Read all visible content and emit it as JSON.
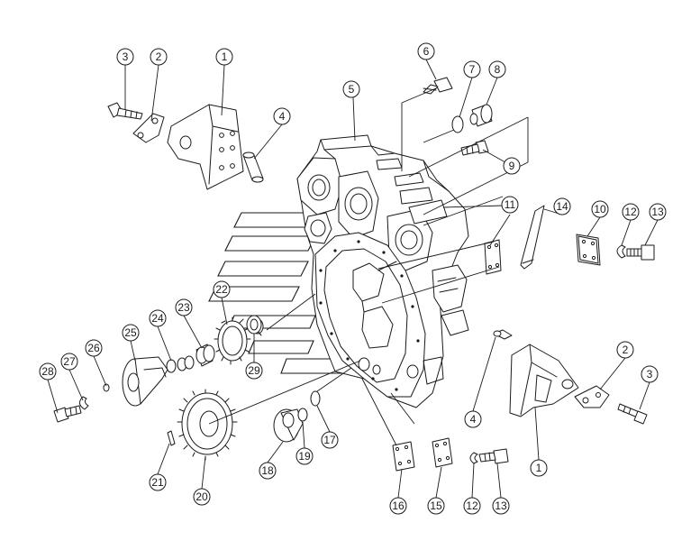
{
  "callouts": [
    {
      "id": "c3a",
      "label": "3"
    },
    {
      "id": "c2a",
      "label": "2"
    },
    {
      "id": "c1a",
      "label": "1"
    },
    {
      "id": "c4a",
      "label": "4"
    },
    {
      "id": "c5",
      "label": "5"
    },
    {
      "id": "c6",
      "label": "6"
    },
    {
      "id": "c7",
      "label": "7"
    },
    {
      "id": "c8",
      "label": "8"
    },
    {
      "id": "c9",
      "label": "9"
    },
    {
      "id": "c11",
      "label": "11"
    },
    {
      "id": "c14",
      "label": "14"
    },
    {
      "id": "c10",
      "label": "10"
    },
    {
      "id": "c12a",
      "label": "12"
    },
    {
      "id": "c13a",
      "label": "13"
    },
    {
      "id": "c22",
      "label": "22"
    },
    {
      "id": "c23",
      "label": "23"
    },
    {
      "id": "c24",
      "label": "24"
    },
    {
      "id": "c25",
      "label": "25"
    },
    {
      "id": "c26",
      "label": "26"
    },
    {
      "id": "c27",
      "label": "27"
    },
    {
      "id": "c28",
      "label": "28"
    },
    {
      "id": "c29",
      "label": "29"
    },
    {
      "id": "c2b",
      "label": "2"
    },
    {
      "id": "c3b",
      "label": "3"
    },
    {
      "id": "c4b",
      "label": "4"
    },
    {
      "id": "c1b",
      "label": "1"
    },
    {
      "id": "c21",
      "label": "21"
    },
    {
      "id": "c20",
      "label": "20"
    },
    {
      "id": "c18",
      "label": "18"
    },
    {
      "id": "c19",
      "label": "19"
    },
    {
      "id": "c17",
      "label": "17"
    },
    {
      "id": "c16",
      "label": "16"
    },
    {
      "id": "c15",
      "label": "15"
    },
    {
      "id": "c12b",
      "label": "12"
    },
    {
      "id": "c13b",
      "label": "13"
    }
  ]
}
